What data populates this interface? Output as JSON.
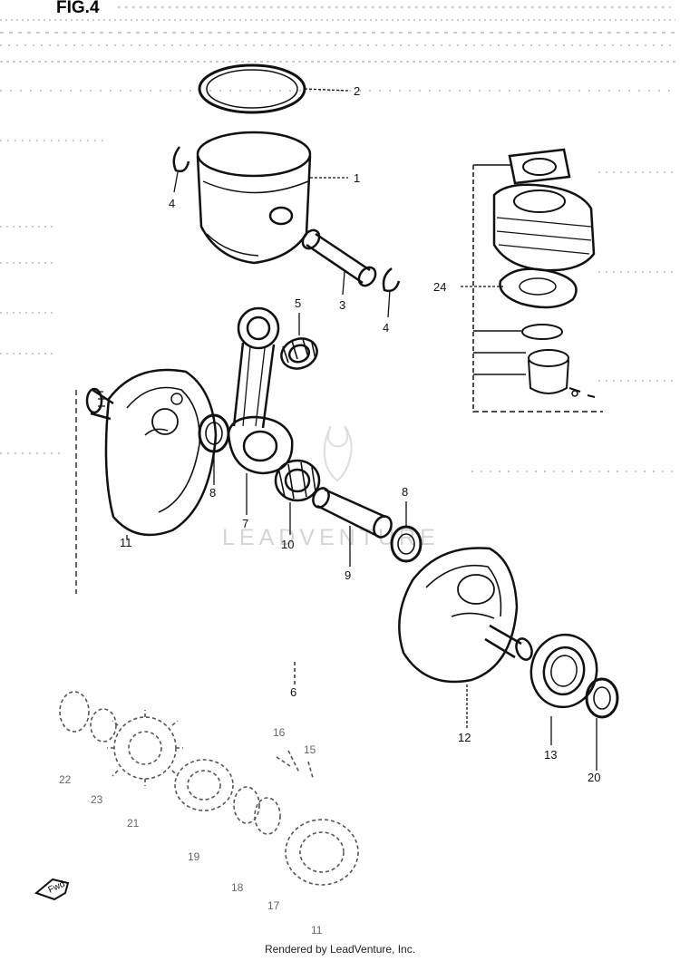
{
  "figure": {
    "title": "FIG.4"
  },
  "watermark": {
    "text": "LEADVENTURE"
  },
  "footer": {
    "text": "Rendered by LeadVenture, Inc."
  },
  "callouts": {
    "c2": "2",
    "c1": "1",
    "c4a": "4",
    "c4b": "4",
    "c3": "3",
    "c24": "24",
    "c5": "5",
    "c7": "7",
    "c8a": "8",
    "c8b": "8",
    "c9": "9",
    "c10": "10",
    "c11a": "11",
    "c6": "6",
    "c12": "12",
    "c13": "13",
    "c20": "20",
    "c16": "16",
    "c15": "15",
    "c22": "22",
    "c23": "23",
    "c21": "21",
    "c19": "19",
    "c18": "18",
    "c17": "17",
    "c11b": "11"
  },
  "fwd": {
    "label": "Fwd"
  }
}
